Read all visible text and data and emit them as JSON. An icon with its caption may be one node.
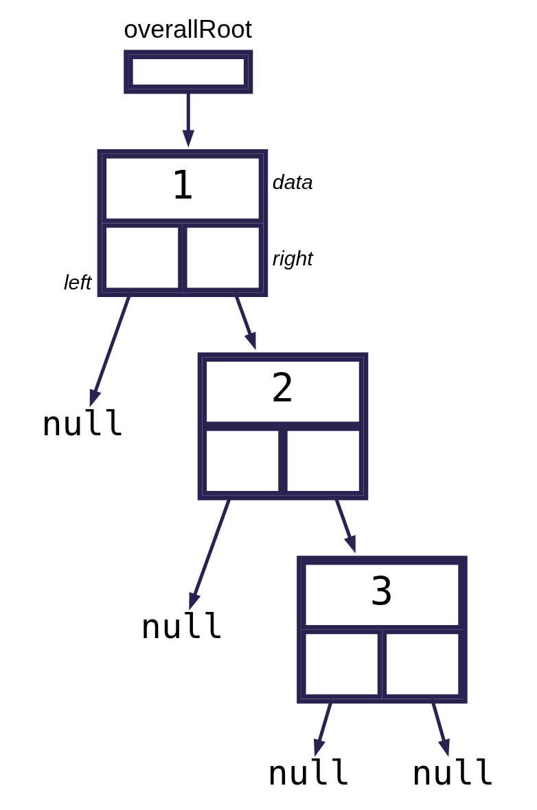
{
  "diagram": {
    "nodes": [
      {
        "text": [
          "overallRoot"
        ]
      },
      {
        "text": [
          "1"
        ],
        "beside": [
          "data",
          "left",
          "right"
        ]
      },
      {
        "text": [
          "null"
        ]
      },
      {
        "text": [
          "2"
        ]
      },
      {
        "text": [
          "null"
        ]
      },
      {
        "text": [
          "3"
        ]
      },
      {
        "text": [
          "null"
        ]
      },
      {
        "text": [
          "null"
        ]
      }
    ],
    "edges": [
      {
        "from": 0,
        "to": 1,
        "arrow": "to"
      },
      {
        "from": 1,
        "to": 2,
        "arrow": "to"
      },
      {
        "from": 1,
        "to": 3,
        "arrow": "to"
      },
      {
        "from": 3,
        "to": 4,
        "arrow": "to"
      },
      {
        "from": 3,
        "to": 5,
        "arrow": "to"
      },
      {
        "from": 5,
        "to": 6,
        "arrow": "to"
      },
      {
        "from": 5,
        "to": 7,
        "arrow": "to"
      }
    ]
  }
}
